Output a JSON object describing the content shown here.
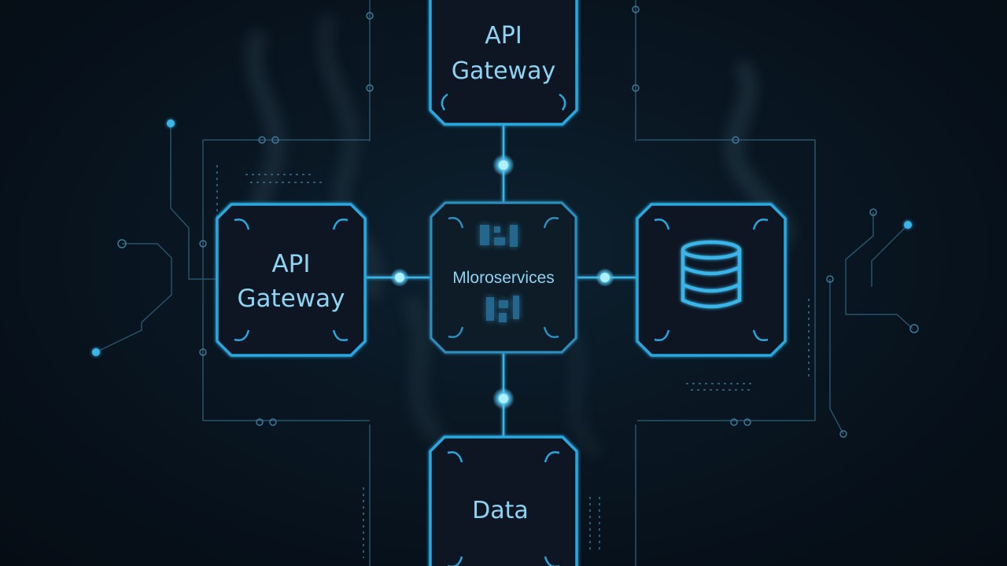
{
  "nodes": {
    "top": {
      "line1": "API",
      "line2": "Gateway"
    },
    "left": {
      "line1": "API",
      "line2": "Gateway"
    },
    "center": {
      "label": "Mloroservices"
    },
    "right": {
      "icon": "database-icon"
    },
    "bottom": {
      "label": "Data"
    }
  },
  "colors": {
    "accent": "#3ab4e8",
    "node_border": "#2aa7df",
    "trace": "#3a6f8a",
    "glow": "#7fe0ff",
    "text": "#8fd3f2"
  }
}
